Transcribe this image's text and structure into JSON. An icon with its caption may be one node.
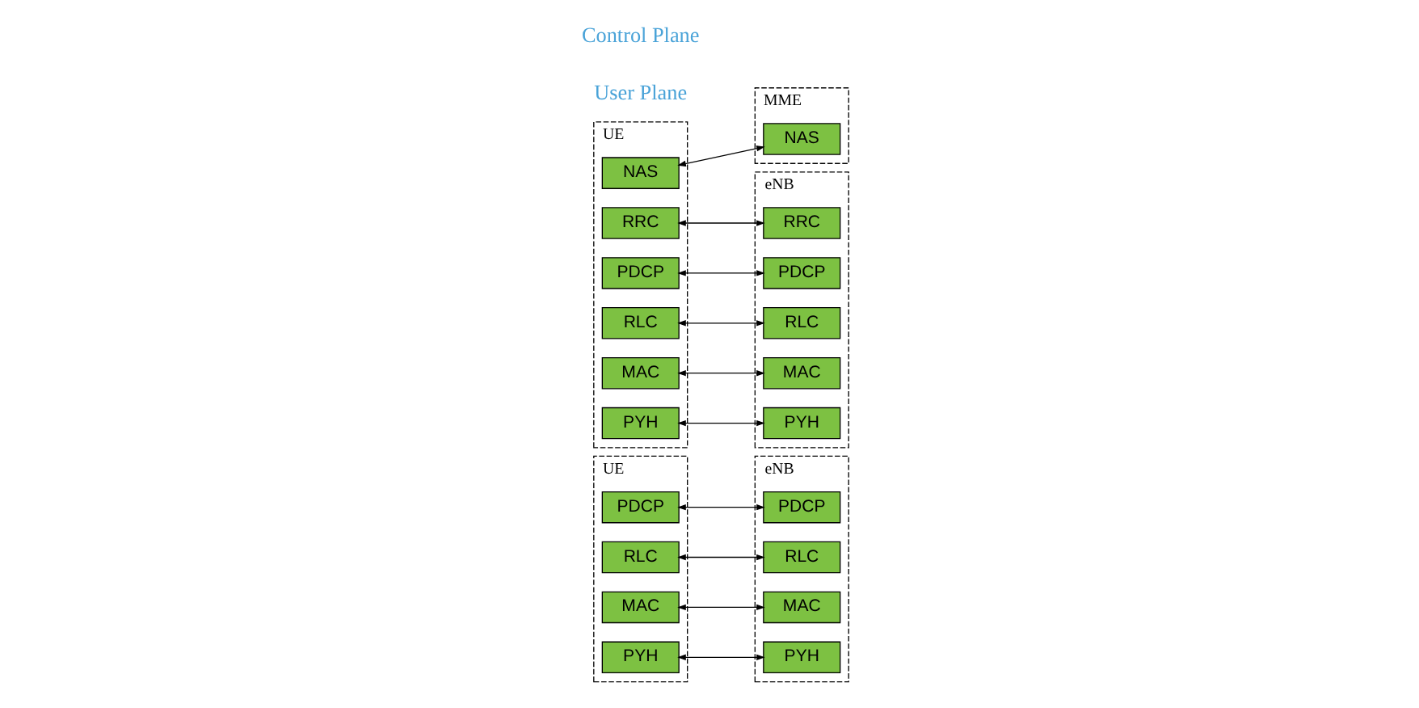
{
  "diagram": {
    "nodes": [
      {
        "text": [
          "UE"
        ]
      },
      {
        "text": [
          "PDCP"
        ],
        "in": 0
      },
      {
        "text": [
          "RLC"
        ],
        "in": 0
      },
      {
        "text": [
          "MAC"
        ],
        "in": 0
      },
      {
        "text": [
          "PYH"
        ],
        "in": 0
      },
      {
        "text": [
          "eNB"
        ]
      },
      {
        "text": [
          "PDCP"
        ],
        "in": 5
      },
      {
        "text": [
          "RLC"
        ],
        "in": 5
      },
      {
        "text": [
          "MAC"
        ],
        "in": 5
      },
      {
        "text": [
          "PYH"
        ],
        "in": 5
      },
      {
        "text": [
          "UE"
        ]
      },
      {
        "text": [
          "NAS"
        ],
        "in": 10
      },
      {
        "text": [
          "RRC"
        ],
        "in": 10
      },
      {
        "text": [
          "PDCP"
        ],
        "in": 10
      },
      {
        "text": [
          "RLC"
        ],
        "in": 10
      },
      {
        "text": [
          "MAC"
        ],
        "in": 10
      },
      {
        "text": [
          "PYH"
        ],
        "in": 10
      },
      {
        "text": [
          "eNB"
        ]
      },
      {
        "text": [
          "RRC"
        ],
        "in": 17
      },
      {
        "text": [
          "PDCP"
        ],
        "in": 17
      },
      {
        "text": [
          "RLC"
        ],
        "in": 17
      },
      {
        "text": [
          "MAC"
        ],
        "in": 17
      },
      {
        "text": [
          "PYH"
        ],
        "in": 17
      },
      {
        "text": [
          "MME"
        ]
      },
      {
        "text": [
          "NAS"
        ],
        "in": 23
      }
    ],
    "edges": [
      {
        "from": 1,
        "to": 6,
        "arrow": "both"
      },
      {
        "from": 2,
        "to": 7,
        "arrow": "both"
      },
      {
        "from": 3,
        "to": 8,
        "arrow": "both"
      },
      {
        "from": 4,
        "to": 9,
        "arrow": "both"
      },
      {
        "from": 11,
        "to": 24,
        "arrow": "both"
      },
      {
        "from": 12,
        "to": 18,
        "arrow": "both"
      },
      {
        "from": 13,
        "to": 19,
        "arrow": "both"
      },
      {
        "from": 14,
        "to": 20,
        "arrow": "both"
      },
      {
        "from": 15,
        "to": 21,
        "arrow": "both"
      },
      {
        "from": 16,
        "to": 22,
        "arrow": "both"
      }
    ],
    "labels": [
      "User Plane",
      "Control Plane"
    ]
  }
}
